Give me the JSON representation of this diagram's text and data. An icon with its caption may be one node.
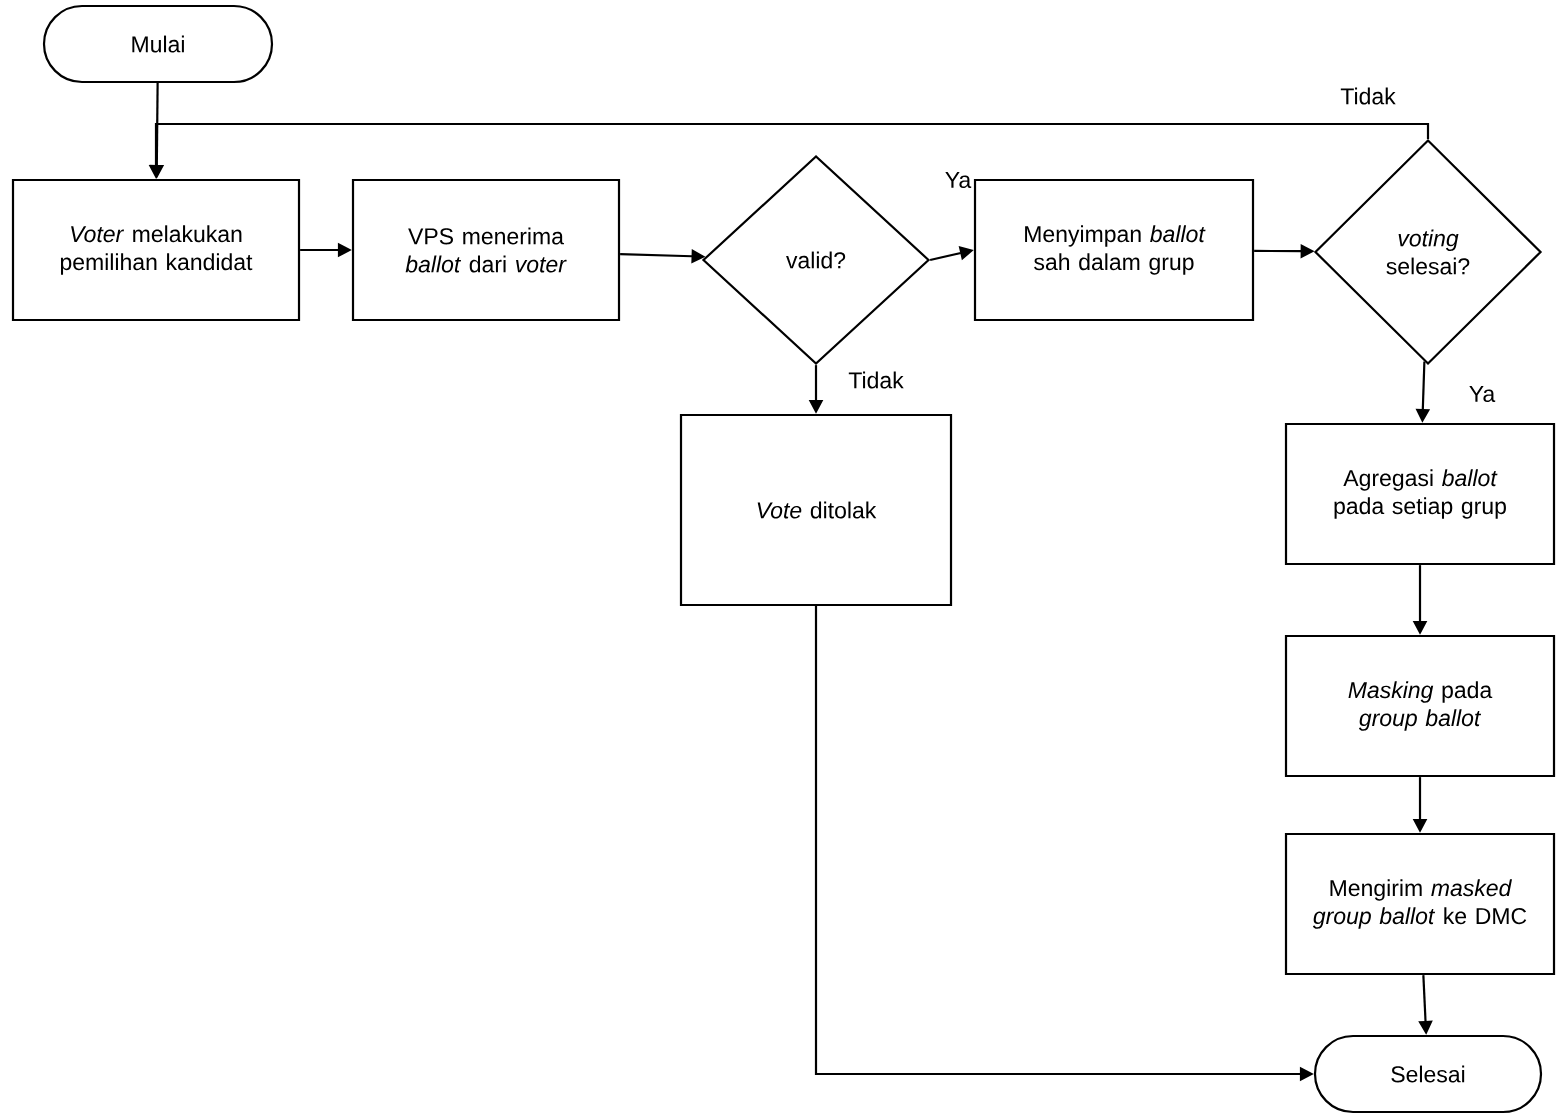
{
  "diagram": {
    "nodes": [
      {
        "text": [
          "Mulai"
        ]
      },
      {
        "text": [
          "*Voter* melakukan pemilihan kandidat"
        ]
      },
      {
        "text": [
          "VPS menerima *ballot* dari *voter*"
        ]
      },
      {
        "text": [
          "valid?"
        ]
      },
      {
        "text": [
          "Menyimpan *ballot* sah dalam grup"
        ]
      },
      {
        "text": [
          "*voting* selesai?"
        ]
      },
      {
        "text": [
          "*Vote* ditolak"
        ]
      },
      {
        "text": [
          "Agregasi *ballot* pada setiap grup"
        ]
      },
      {
        "text": [
          "*Masking* pada *group ballot*"
        ]
      },
      {
        "text": [
          "Mengirim *masked group ballot* ke DMC"
        ]
      },
      {
        "text": [
          "Selesai"
        ]
      }
    ],
    "edges": [
      {
        "from": 0,
        "to": 1,
        "arrow": "to"
      },
      {
        "from": 1,
        "to": 2,
        "arrow": "to"
      },
      {
        "from": 2,
        "to": 3,
        "arrow": "to"
      },
      {
        "from": 3,
        "to": 4,
        "arrow": "to",
        "label": "Ya"
      },
      {
        "from": 3,
        "to": 6,
        "arrow": "to",
        "label": "Tidak"
      },
      {
        "from": 4,
        "to": 5,
        "arrow": "to"
      },
      {
        "from": 5,
        "to": 1,
        "arrow": "to",
        "label": "Tidak"
      },
      {
        "from": 5,
        "to": 7,
        "arrow": "to",
        "label": "Ya"
      },
      {
        "from": 7,
        "to": 8,
        "arrow": "to"
      },
      {
        "from": 8,
        "to": 9,
        "arrow": "to"
      },
      {
        "from": 9,
        "to": 10,
        "arrow": "to"
      },
      {
        "from": 6,
        "to": 10,
        "arrow": "to"
      }
    ]
  }
}
